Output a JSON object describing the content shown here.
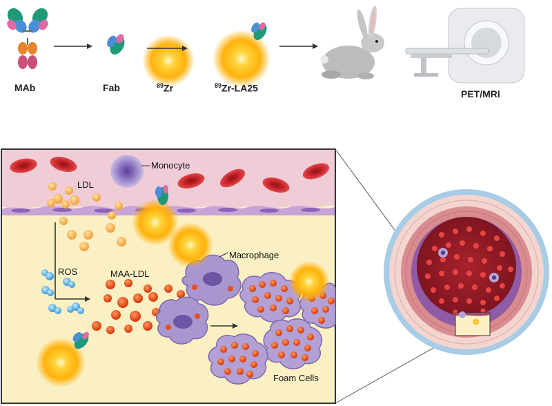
{
  "pipeline": {
    "mab": "MAb",
    "fab": "Fab",
    "zr_sup": "89",
    "zr_base": "Zr",
    "tracer_sup": "89",
    "tracer_base": "Zr-LA25",
    "imaging": "PET/MRI"
  },
  "inset": {
    "monocyte": "Monocyte",
    "ldl": "LDL",
    "ros": "ROS",
    "maa_ldl": "MAA-LDL",
    "macrophage": "Macrophage",
    "foam_cells": "Foam Cells"
  },
  "colors": {
    "lumen": "#f2d3dc",
    "intima": "#fbf0c4",
    "rbc": "#c8262c",
    "tracer_glow": "#ffae00",
    "macrophage": "#9b86c4",
    "oxldl": "#e8501c"
  }
}
